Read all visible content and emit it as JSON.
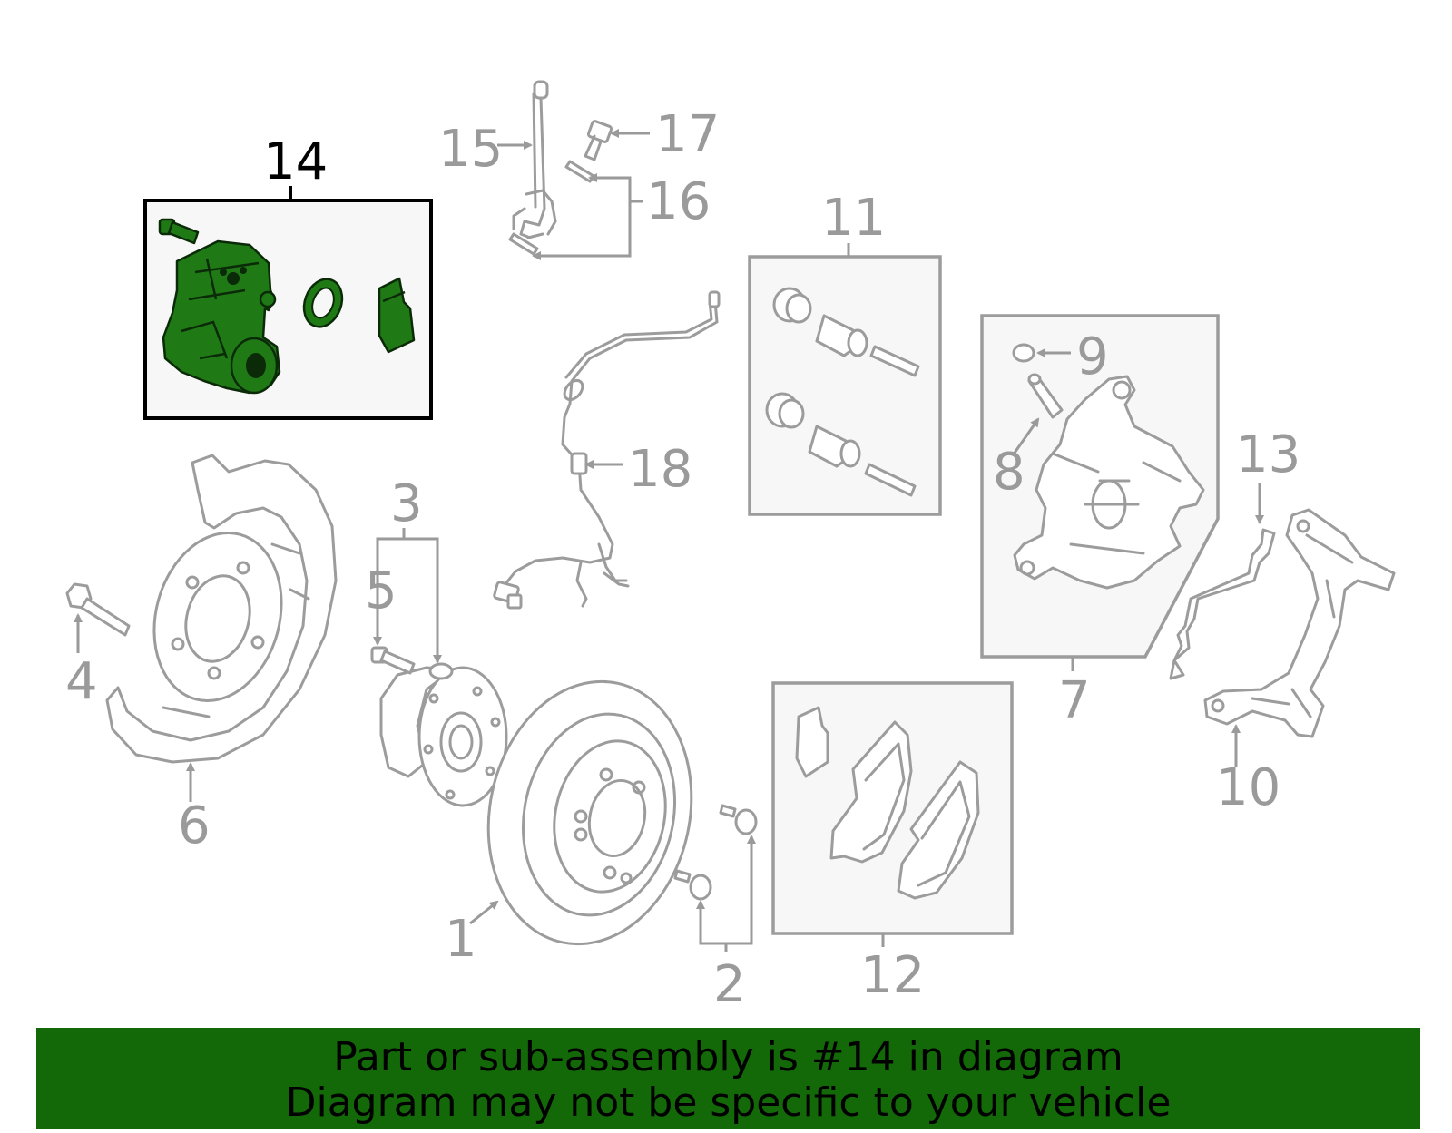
{
  "callouts": {
    "c1": "1",
    "c2": "2",
    "c3": "3",
    "c4": "4",
    "c5": "5",
    "c6": "6",
    "c7": "7",
    "c8": "8",
    "c9": "9",
    "c10": "10",
    "c11": "11",
    "c12": "12",
    "c13": "13",
    "c14": "14",
    "c15": "15",
    "c16": "16",
    "c17": "17",
    "c18": "18"
  },
  "highlight": {
    "part": "14",
    "color": "#1f7a16"
  },
  "banner": {
    "line1": "Part or sub-assembly is #14 in diagram",
    "line2": "Diagram may not be specific to your vehicle",
    "background": "#136808"
  }
}
